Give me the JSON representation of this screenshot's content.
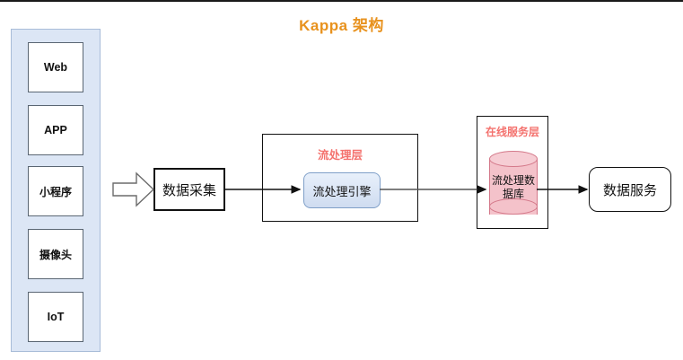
{
  "diagram": {
    "title": "Kappa 架构",
    "title_color": "#e8921e",
    "background": "#ffffff"
  },
  "sources": {
    "panel_name": "data-sources-panel",
    "panel_color": "#dce6f5",
    "items": [
      {
        "label": "Web",
        "cjk": false
      },
      {
        "label": "APP",
        "cjk": false
      },
      {
        "label": "小程序",
        "cjk": true
      },
      {
        "label": "摄像头",
        "cjk": true
      },
      {
        "label": "IoT",
        "cjk": false
      }
    ]
  },
  "ingest": {
    "label": "数据采集"
  },
  "stream_layer": {
    "title": "流处理层",
    "title_color": "#f4726e",
    "engine": {
      "label": "流处理引擎",
      "fill": "#dce8f7",
      "border": "#7f9fc8"
    }
  },
  "online_layer": {
    "title": "在线服务层",
    "title_color": "#f4726e",
    "database": {
      "label": "流处理数据库",
      "label_line1": "流处理数",
      "label_line2": "据库",
      "fill": "#f4c2ca",
      "border": "#d4798a"
    }
  },
  "service": {
    "label": "数据服务"
  },
  "connectors": [
    {
      "name": "sources-to-ingest",
      "style": "block-arrow"
    },
    {
      "name": "ingest-to-engine",
      "style": "line-arrow"
    },
    {
      "name": "engine-to-database",
      "style": "line-arrow"
    },
    {
      "name": "database-to-service",
      "style": "line-arrow"
    }
  ]
}
